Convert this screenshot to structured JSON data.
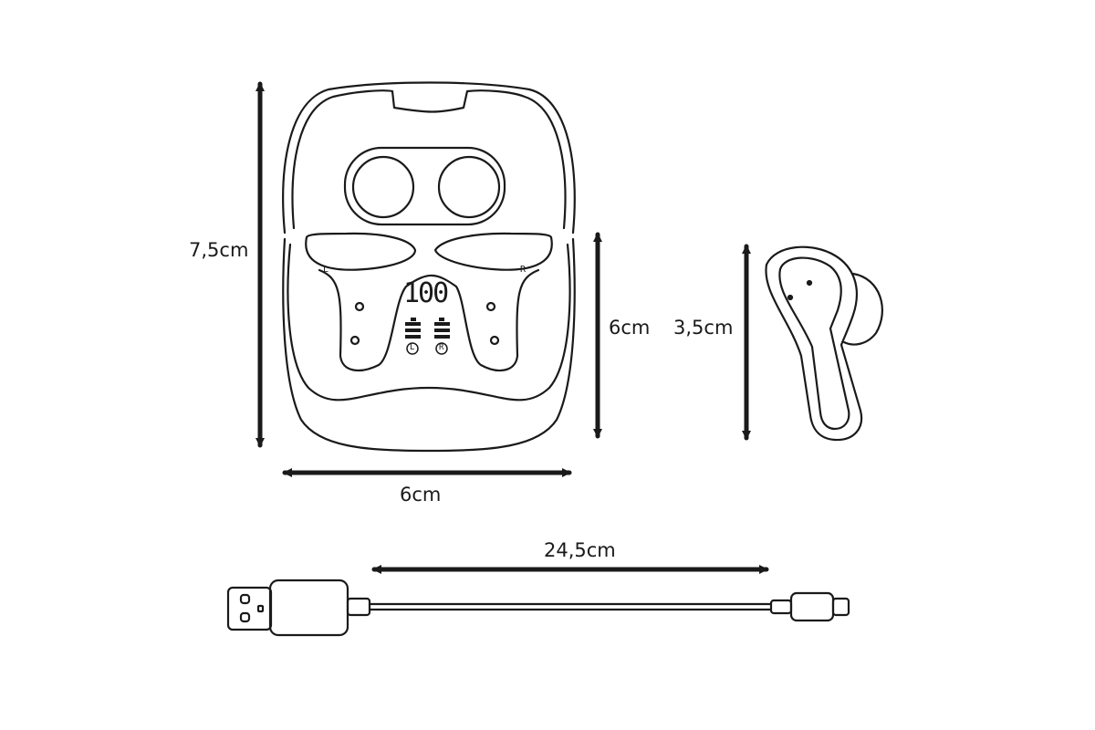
{
  "dimensions": {
    "case_height": "7,5cm",
    "case_width": "6cm",
    "base_height": "6cm",
    "earbud_height": "3,5cm",
    "cable_length": "24,5cm"
  },
  "case_display": {
    "battery_percent": "100",
    "left_marker": "L",
    "right_marker": "R",
    "left_earbud_label": "L",
    "right_earbud_label": "R"
  },
  "colors": {
    "line": "#1a1a1a",
    "background": "#ffffff"
  }
}
